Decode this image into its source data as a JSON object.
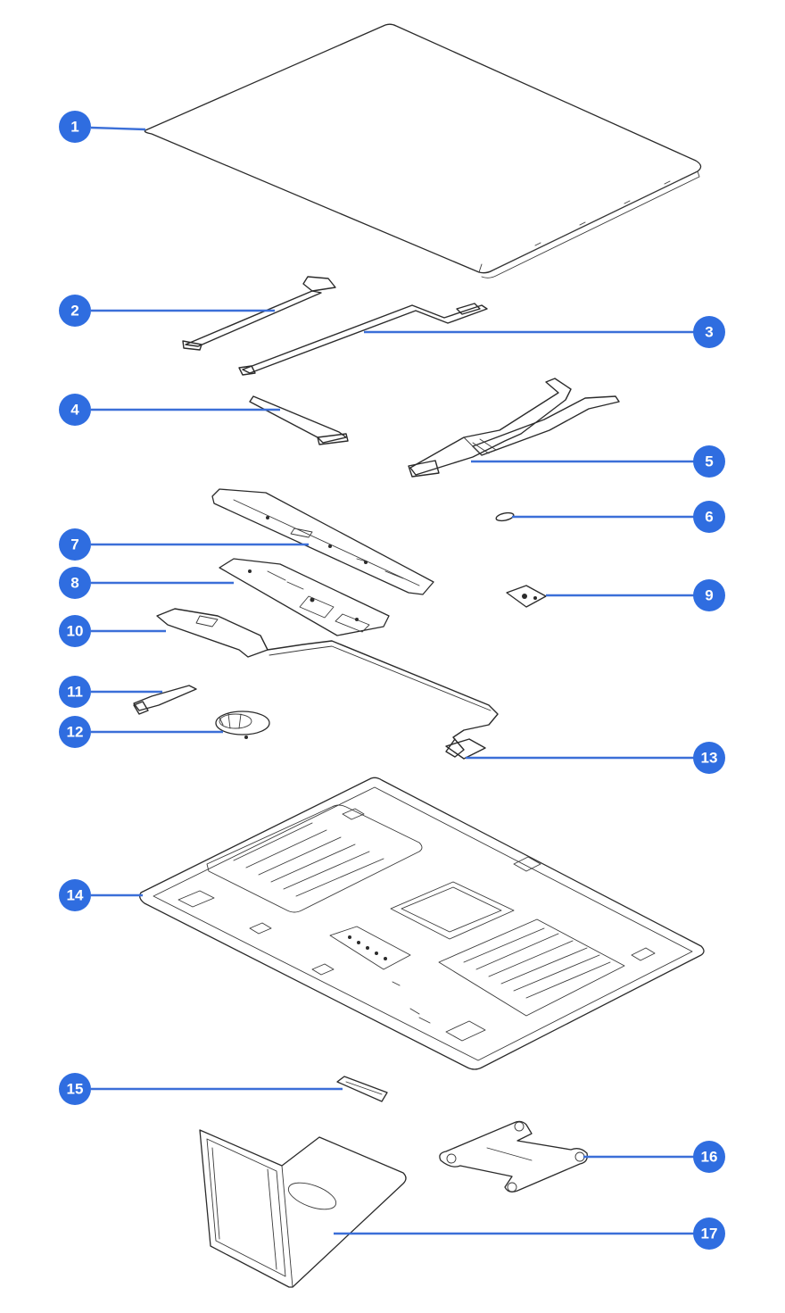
{
  "diagram": {
    "type": "exploded-parts-view",
    "accent_color": "#2f6de0",
    "callouts": [
      {
        "id": "1",
        "label": "1"
      },
      {
        "id": "2",
        "label": "2"
      },
      {
        "id": "3",
        "label": "3"
      },
      {
        "id": "4",
        "label": "4"
      },
      {
        "id": "5",
        "label": "5"
      },
      {
        "id": "6",
        "label": "6"
      },
      {
        "id": "7",
        "label": "7"
      },
      {
        "id": "8",
        "label": "8"
      },
      {
        "id": "9",
        "label": "9"
      },
      {
        "id": "10",
        "label": "10"
      },
      {
        "id": "11",
        "label": "11"
      },
      {
        "id": "12",
        "label": "12"
      },
      {
        "id": "13",
        "label": "13"
      },
      {
        "id": "14",
        "label": "14"
      },
      {
        "id": "15",
        "label": "15"
      },
      {
        "id": "16",
        "label": "16"
      },
      {
        "id": "17",
        "label": "17"
      }
    ]
  }
}
